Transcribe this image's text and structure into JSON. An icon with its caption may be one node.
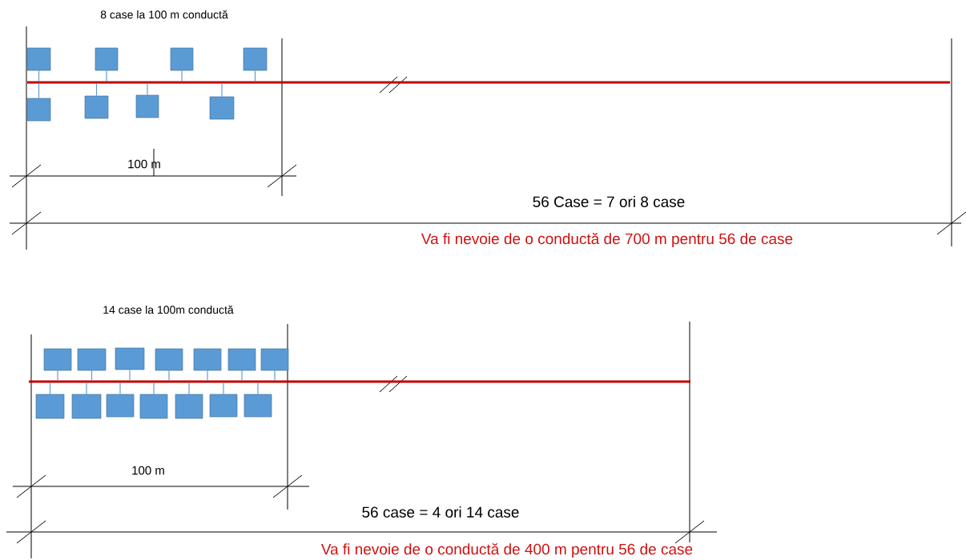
{
  "diagram": {
    "nodes": [
      {
        "text": [],
        "shape": "box"
      },
      {
        "text": [],
        "shape": "box"
      },
      {
        "text": [],
        "shape": "box"
      },
      {
        "text": [],
        "shape": "box"
      },
      {
        "text": [],
        "shape": "line"
      },
      {
        "text": [],
        "shape": "box"
      },
      {
        "text": [],
        "shape": "box"
      },
      {
        "text": [],
        "shape": "box"
      },
      {
        "text": [],
        "shape": "box"
      },
      {
        "text": [],
        "shape": "box"
      },
      {
        "text": [],
        "shape": "box"
      },
      {
        "text": [],
        "shape": "box"
      },
      {
        "text": [],
        "shape": "box"
      },
      {
        "text": [],
        "shape": "box"
      },
      {
        "text": [],
        "shape": "box"
      },
      {
        "text": [],
        "shape": "box"
      },
      {
        "text": [],
        "shape": "line"
      },
      {
        "text": [],
        "shape": "box"
      },
      {
        "text": [],
        "shape": "box"
      },
      {
        "text": [],
        "shape": "box"
      },
      {
        "text": [],
        "shape": "box"
      },
      {
        "text": [],
        "shape": "box"
      },
      {
        "text": [],
        "shape": "box"
      },
      {
        "text": [],
        "shape": "box"
      }
    ],
    "edges": [
      {
        "from": 0,
        "to": 4,
        "arrow": "none"
      },
      {
        "from": 1,
        "to": 4,
        "arrow": "none"
      },
      {
        "from": 2,
        "to": 4,
        "arrow": "none"
      },
      {
        "from": 3,
        "to": 4,
        "arrow": "none"
      },
      {
        "from": 5,
        "to": 4,
        "arrow": "none"
      },
      {
        "from": 6,
        "to": 4,
        "arrow": "none"
      },
      {
        "from": 7,
        "to": 4,
        "arrow": "none"
      },
      {
        "from": 8,
        "to": 4,
        "arrow": "none"
      },
      {
        "from": 9,
        "to": 16,
        "arrow": "none"
      },
      {
        "from": 10,
        "to": 16,
        "arrow": "none"
      },
      {
        "from": 11,
        "to": 16,
        "arrow": "none"
      },
      {
        "from": 12,
        "to": 16,
        "arrow": "none"
      },
      {
        "from": 13,
        "to": 16,
        "arrow": "none"
      },
      {
        "from": 14,
        "to": 16,
        "arrow": "none"
      },
      {
        "from": 15,
        "to": 16,
        "arrow": "none"
      },
      {
        "from": 17,
        "to": 16,
        "arrow": "none"
      },
      {
        "from": 18,
        "to": 16,
        "arrow": "none"
      },
      {
        "from": 19,
        "to": 16,
        "arrow": "none"
      },
      {
        "from": 20,
        "to": 16,
        "arrow": "none"
      },
      {
        "from": 21,
        "to": 16,
        "arrow": "none"
      },
      {
        "from": 22,
        "to": 16,
        "arrow": "none"
      },
      {
        "from": 23,
        "to": 16,
        "arrow": "none"
      }
    ],
    "labels": [
      "8 case la 100 m conductă",
      "100 m",
      "56 Case = 7 ori 8 case",
      "Va fi nevoie de o conductă de 700 m pentru 56 de case",
      "14 case la 100m conductă",
      "100 m",
      "56 case = 4 ori 14 case",
      "Va fi nevoie de o conductă de 400 m pentru 56 de case"
    ]
  }
}
